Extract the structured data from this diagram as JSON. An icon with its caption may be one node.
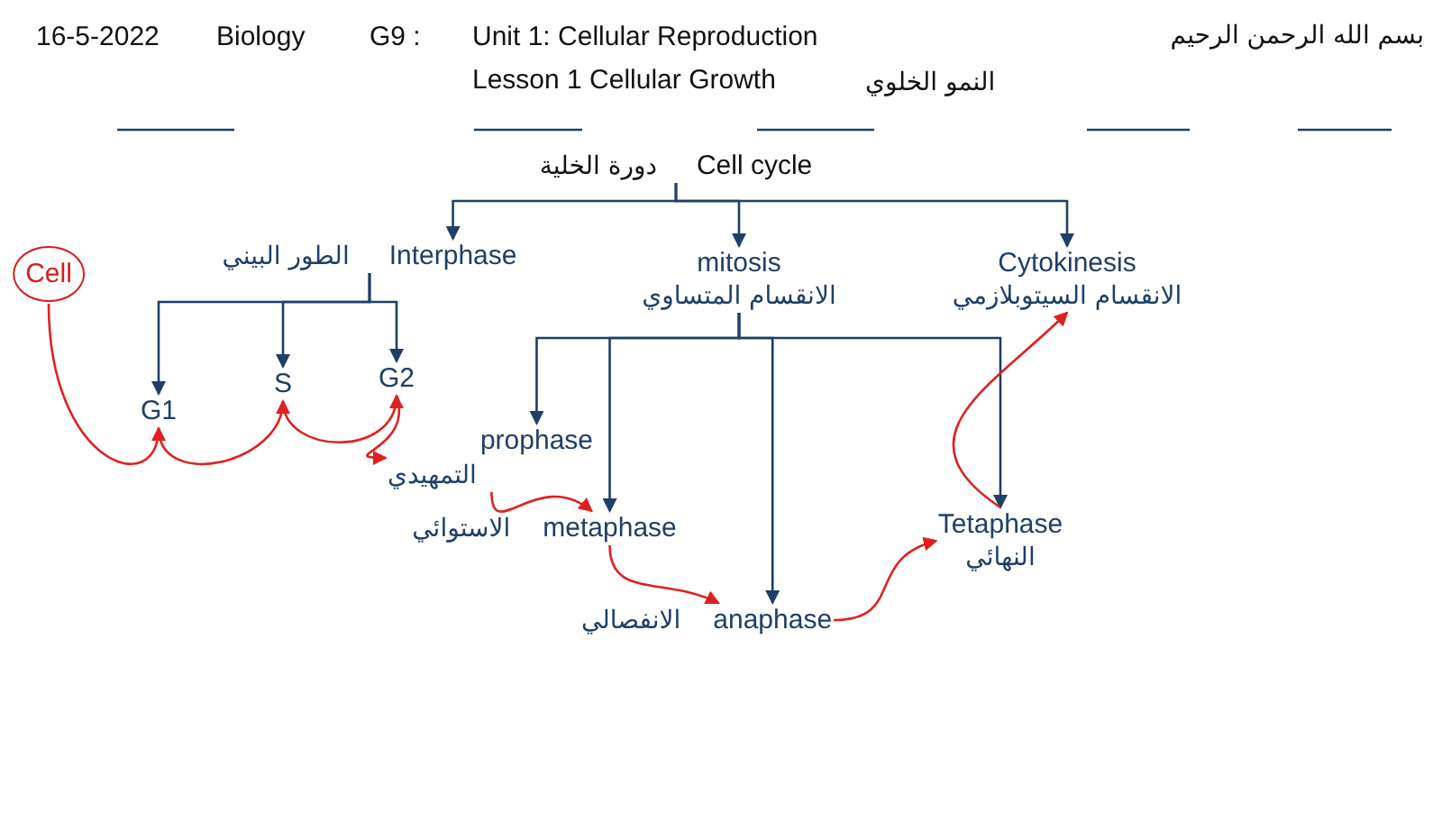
{
  "diagram": {
    "nodes": [
      {
        "text": [
          "Cell cycle",
          "دورة الخلية"
        ]
      },
      {
        "text": [
          "Interphase",
          "الطور البيني"
        ]
      },
      {
        "text": [
          "mitosis",
          "الانقسام المتساوي"
        ]
      },
      {
        "text": [
          "Cytokinesis",
          "الانقسام السيتوبلازمي"
        ]
      },
      {
        "text": [
          "Cell"
        ]
      },
      {
        "text": [
          "G1"
        ]
      },
      {
        "text": [
          "S"
        ]
      },
      {
        "text": [
          "G2"
        ]
      },
      {
        "text": [
          "prophase",
          "التمهيدي"
        ]
      },
      {
        "text": [
          "metaphase",
          "الاستوائي"
        ]
      },
      {
        "text": [
          "anaphase",
          "الانفصالي"
        ]
      },
      {
        "text": [
          "Tetaphase",
          "النهائي"
        ]
      }
    ],
    "edges": [
      {
        "from": 0,
        "to": 1,
        "arrow": "to"
      },
      {
        "from": 0,
        "to": 2,
        "arrow": "to"
      },
      {
        "from": 0,
        "to": 3,
        "arrow": "to"
      },
      {
        "from": 1,
        "to": 5,
        "arrow": "to"
      },
      {
        "from": 1,
        "to": 6,
        "arrow": "to"
      },
      {
        "from": 1,
        "to": 7,
        "arrow": "to"
      },
      {
        "from": 2,
        "to": 8,
        "arrow": "to"
      },
      {
        "from": 2,
        "to": 9,
        "arrow": "to"
      },
      {
        "from": 2,
        "to": 10,
        "arrow": "to"
      },
      {
        "from": 2,
        "to": 11,
        "arrow": "to"
      },
      {
        "from": 4,
        "to": 5,
        "arrow": "to",
        "color": "#e02020"
      },
      {
        "from": 5,
        "to": 6,
        "arrow": "to",
        "color": "#e02020"
      },
      {
        "from": 6,
        "to": 7,
        "arrow": "to",
        "color": "#e02020"
      },
      {
        "from": 7,
        "to": 8,
        "arrow": "to",
        "color": "#e02020"
      },
      {
        "from": 8,
        "to": 9,
        "arrow": "to",
        "color": "#e02020"
      },
      {
        "from": 9,
        "to": 10,
        "arrow": "to",
        "color": "#e02020"
      },
      {
        "from": 10,
        "to": 11,
        "arrow": "to",
        "color": "#e02020"
      },
      {
        "from": 11,
        "to": 3,
        "arrow": "to",
        "color": "#e02020"
      }
    ],
    "labels": [
      "16-5-2022",
      "Biology",
      "G9 :",
      "Unit 1: Cellular Reproduction",
      "Lesson 1 Cellular Growth",
      "النمو الخلوي",
      "بسم الله الرحمن الرحيم"
    ]
  }
}
